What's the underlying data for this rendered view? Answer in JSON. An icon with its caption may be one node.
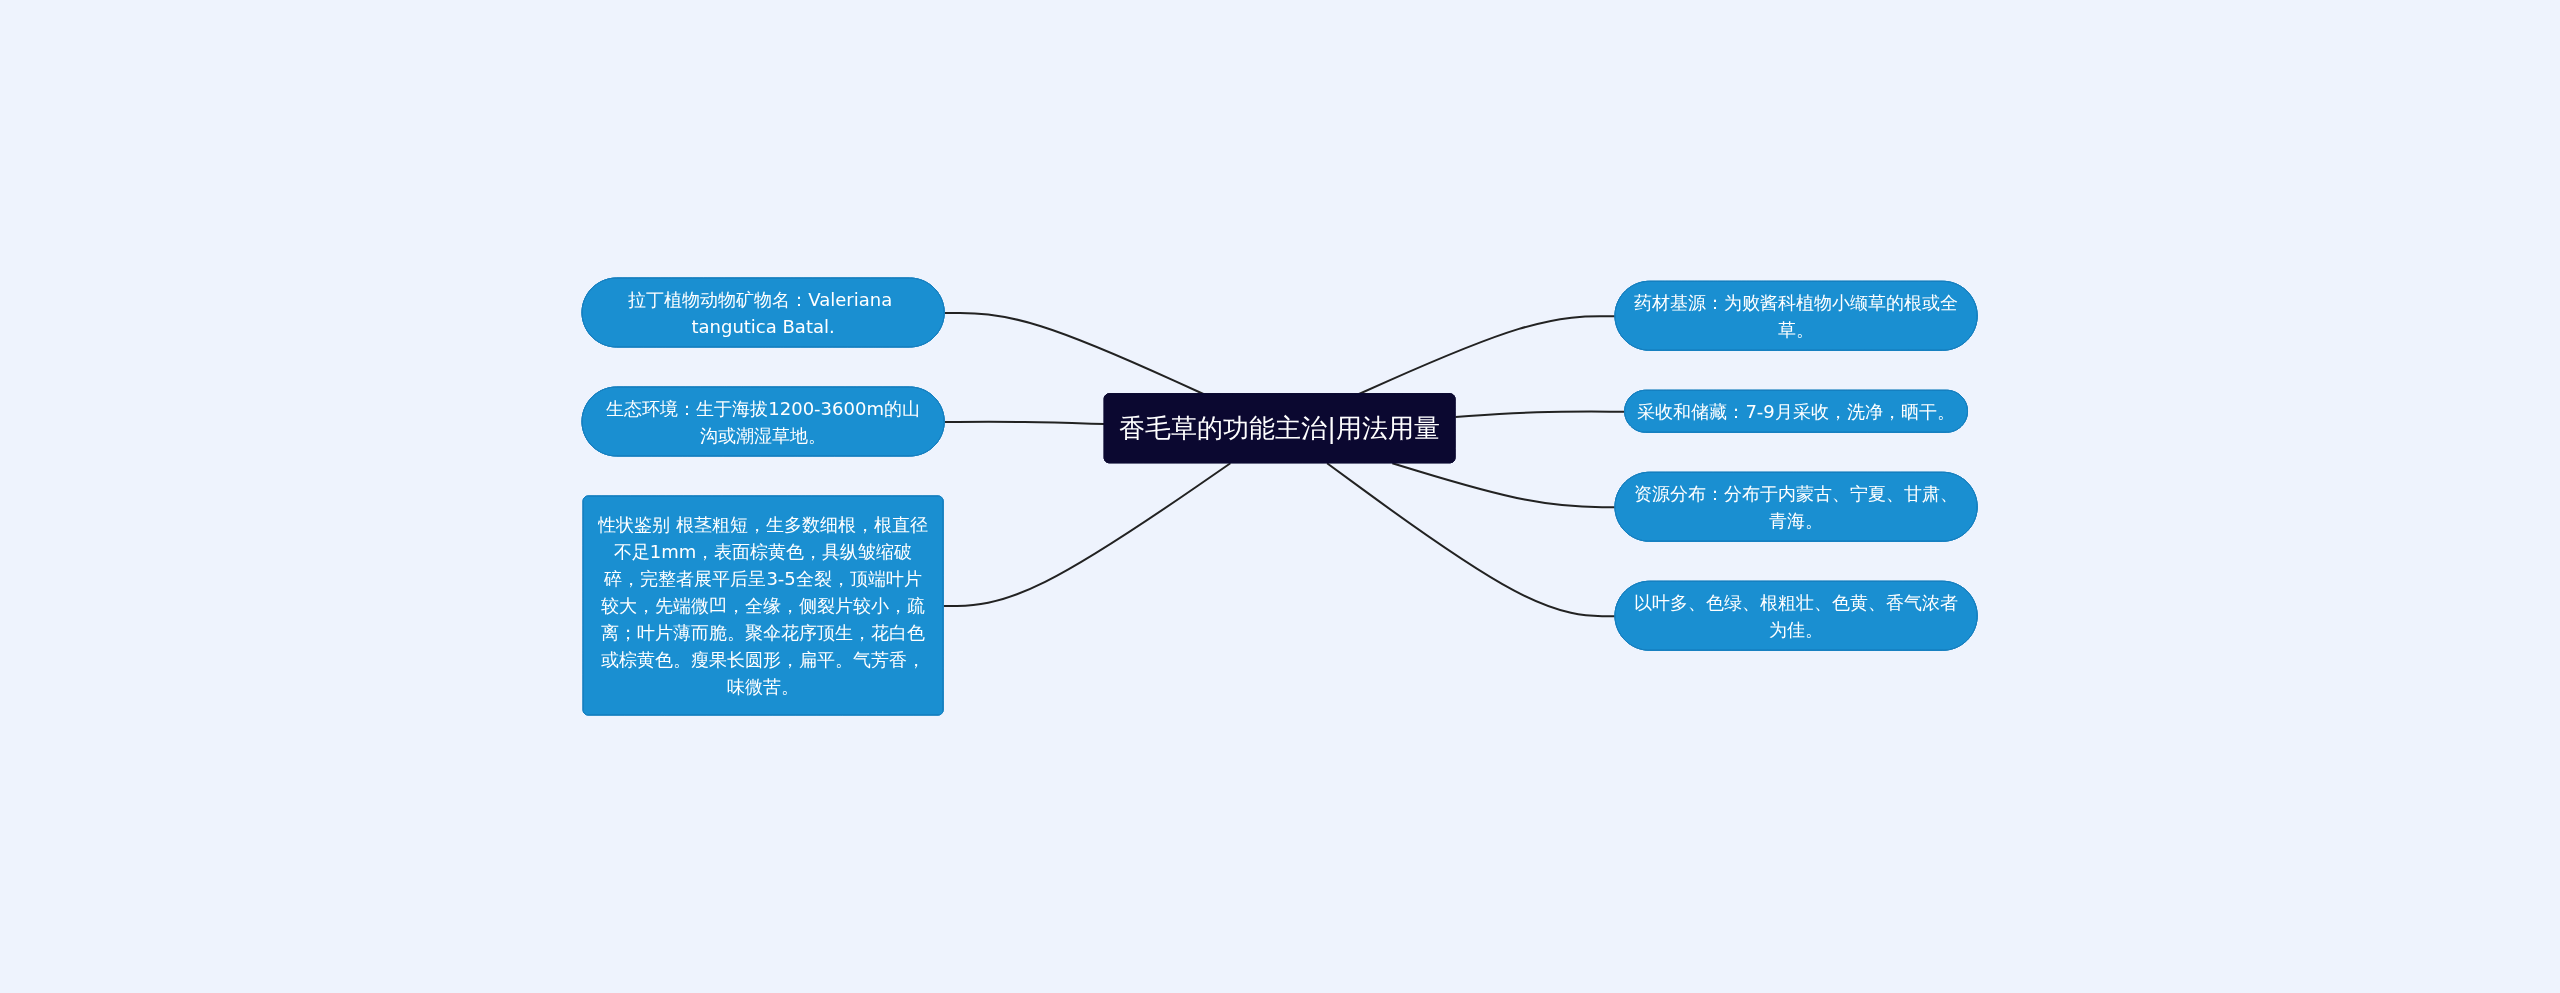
{
  "diagram": {
    "nodes": [
      {
        "text": [
          "香毛草的功能主治|用法用量"
        ]
      },
      {
        "text": [
          "拉丁植物动物矿物名：Valeriana tangutica Batal."
        ]
      },
      {
        "text": [
          "生态环境：生于海拔1200-3600m的山沟或潮湿草地。"
        ]
      },
      {
        "text": [
          "性状鉴别 根茎粗短，生多数细根，根直径不足1mm，表面棕黄色，具纵皱缩破碎，完整者展平后呈3-5全裂，顶端叶片较大，先端微凹，全缘，侧裂片较小，疏离；叶片薄而脆。聚伞花序顶生，花白色或棕黄色。瘦果长圆形，扁平。气芳香，味微苦。"
        ]
      },
      {
        "text": [
          "药材基源：为败酱科植物小缬草的根或全草。"
        ]
      },
      {
        "text": [
          "采收和储藏：7-9月采收，洗净，晒干。"
        ]
      },
      {
        "text": [
          "资源分布：分布于内蒙古、宁夏、甘肃、青海。"
        ]
      },
      {
        "text": [
          "以叶多、色绿、根粗壮、色黄、香气浓者为佳。"
        ]
      }
    ],
    "edges": [
      {
        "from": 1,
        "to": 0,
        "arrow": "none"
      },
      {
        "from": 2,
        "to": 0,
        "arrow": "none"
      },
      {
        "from": 3,
        "to": 0,
        "arrow": "none"
      },
      {
        "from": 0,
        "to": 4,
        "arrow": "none"
      },
      {
        "from": 0,
        "to": 5,
        "arrow": "none"
      },
      {
        "from": 0,
        "to": 6,
        "arrow": "none"
      },
      {
        "from": 0,
        "to": 7,
        "arrow": "none"
      }
    ]
  }
}
